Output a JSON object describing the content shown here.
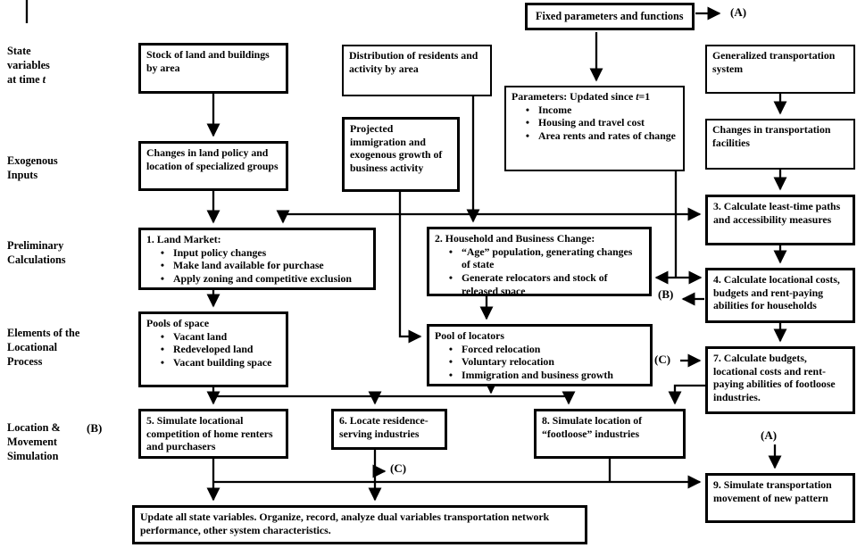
{
  "glyphs": {
    "bullet": "•"
  },
  "colors": {
    "ink": "#000000",
    "background": "#ffffff"
  },
  "stage_labels": {
    "state": {
      "l1": "State",
      "l2": "variables",
      "l3": "at time ",
      "l3i": "t"
    },
    "exogenous": {
      "l1": "Exogenous",
      "l2": "Inputs"
    },
    "preliminary": {
      "l1": "Preliminary",
      "l2": "Calculations"
    },
    "elements": {
      "l1": "Elements of the",
      "l2": "Locational",
      "l3": "Process"
    },
    "location": {
      "l1": "Location &",
      "l2": "Movement",
      "l3": "Simulation"
    }
  },
  "connector_labels": {
    "a1": "(A)",
    "a2": "(A)",
    "b1": "(B)",
    "b2": "(B)",
    "c1": "(C)",
    "c2": "(C)"
  },
  "boxes": {
    "fixed_params": {
      "title": "Fixed parameters and functions"
    },
    "stock": {
      "title": "Stock of land and buildings by area"
    },
    "distribution": {
      "title": "Distribution of residents and activity by area"
    },
    "generalized": {
      "title": "Generalized transportation system"
    },
    "parameters": {
      "title_pre": "Parameters: Updated since ",
      "title_var": "t",
      "title_post": "=1",
      "items": [
        "Income",
        "Housing and travel cost",
        "Area rents and rates of change"
      ]
    },
    "projected": {
      "title": "Projected immigration and exogenous growth of business activity"
    },
    "land_policy": {
      "title": "Changes in land policy and location of specialized groups"
    },
    "transport_facilities": {
      "title": "Changes in transportation facilities"
    },
    "calc3": {
      "title": "3. Calculate least-time paths and accessibility measures"
    },
    "land_market": {
      "title": "1. Land Market:",
      "items": [
        "Input policy changes",
        "Make land available for purchase",
        "Apply zoning and competitive exclusion"
      ]
    },
    "household_change": {
      "title": "2. Household and Business Change:",
      "items": [
        "“Age” population, generating changes of state",
        "Generate relocators and stock of released space"
      ]
    },
    "calc4": {
      "title": "4. Calculate locational costs, budgets and rent-paying abilities for households"
    },
    "pools_space": {
      "title": "Pools of space",
      "items": [
        "Vacant land",
        "Redeveloped land",
        "Vacant building space"
      ]
    },
    "pool_locators": {
      "title": "Pool of locators",
      "items": [
        "Forced relocation",
        "Voluntary relocation",
        "Immigration and business growth"
      ]
    },
    "calc7": {
      "title": "7. Calculate budgets, locational costs and rent-paying abilities of footloose industries."
    },
    "sim5": {
      "title": "5. Simulate locational competition of home renters and purchasers"
    },
    "locate6": {
      "title": "6. Locate residence-serving industries"
    },
    "sim8": {
      "title": "8. Simulate location of “footloose” industries"
    },
    "sim9": {
      "title": "9. Simulate transportation movement of new pattern"
    },
    "update": {
      "title": "Update all state variables. Organize, record, analyze dual variables  transportation network performance, other system characteristics."
    }
  }
}
